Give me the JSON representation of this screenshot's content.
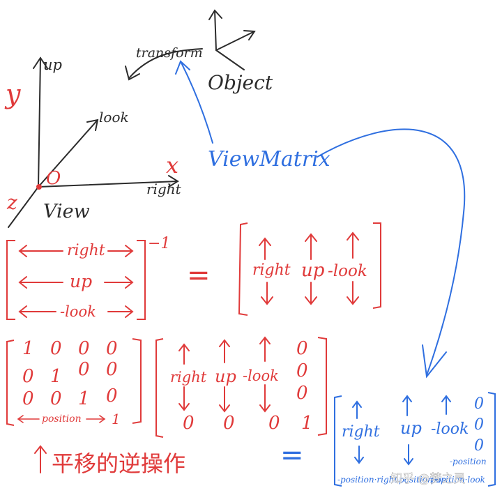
{
  "colors": {
    "ink": "#2b2b2b",
    "red": "#e03a3a",
    "blue": "#2f6fe0"
  },
  "object_scene": {
    "transform": "transform",
    "object": "Object"
  },
  "view_axes": {
    "y": "y",
    "up": "up",
    "look": "look",
    "origin": "O",
    "x": "x",
    "right": "right",
    "z": "z",
    "view": "View"
  },
  "view_matrix_label": "ViewMatrix",
  "rotation_eq": {
    "rows": [
      "right",
      "up",
      "-look"
    ],
    "exponent": "−1",
    "equals": "=",
    "cols": [
      "right",
      "up",
      "-look"
    ]
  },
  "translation_matrix": {
    "rows": [
      [
        "1",
        "0",
        "0",
        "0"
      ],
      [
        "0",
        "1",
        "0",
        "0"
      ],
      [
        "0",
        "0",
        "1",
        "0"
      ]
    ],
    "position_label": "position",
    "last": "1"
  },
  "rotation_4x4": {
    "cols": [
      "right",
      "up",
      "-look"
    ],
    "col4": [
      "0",
      "0",
      "0"
    ],
    "bottom": [
      "0",
      "0",
      "0",
      "1"
    ]
  },
  "annotation": "平移的逆操作",
  "result_matrix": {
    "equals": "=",
    "cols": [
      "right",
      "up",
      "-look"
    ],
    "col4": [
      "0",
      "0",
      "0"
    ],
    "position_under_look": "-position",
    "bottom_row": [
      "-position·right",
      "-position·up",
      "-position·look"
    ]
  },
  "watermark": "知乎 @梦之灵"
}
